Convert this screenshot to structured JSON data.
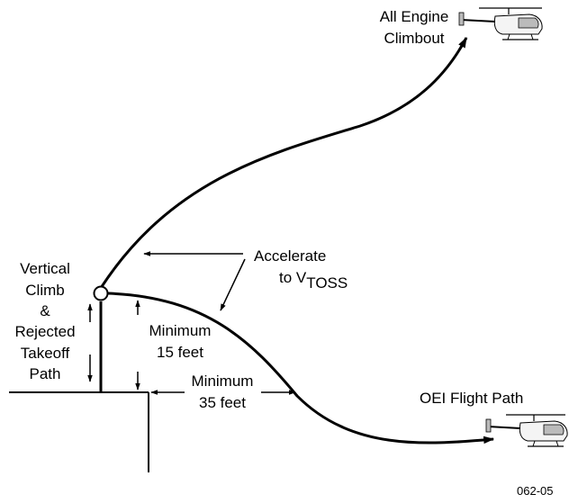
{
  "labels": {
    "all_engine_1": "All Engine",
    "all_engine_2": "Climbout",
    "vertical_1": "Vertical",
    "vertical_2": "Climb",
    "vertical_3": "&",
    "vertical_4": "Rejected",
    "vertical_5": "Takeoff",
    "vertical_6": "Path",
    "accelerate_1": "Accelerate",
    "accelerate_to": "to V",
    "accelerate_sub": "TOSS",
    "min15_1": "Minimum",
    "min15_2": "15 feet",
    "min35_1": "Minimum",
    "min35_2": "35 feet",
    "oei": "OEI Flight Path",
    "figure_id": "062-05"
  },
  "icons": {
    "helicopter_top": "helicopter-icon",
    "helicopter_bottom": "helicopter-icon"
  }
}
